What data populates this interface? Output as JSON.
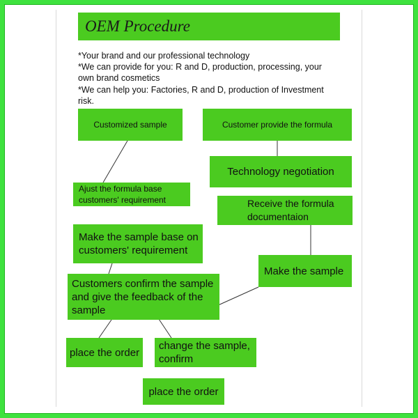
{
  "title": "OEM Procedure",
  "intro": [
    "*Your brand and our professional technology",
    "*We can provide for you: R and D, production, processing, your own brand cosmetics",
    "*We can help you: Factories, R and D, production of Investment risk."
  ],
  "steps": {
    "customized_sample": "Customized sample",
    "customer_formula": "Customer provide the formula",
    "technology_negotiation": "Technology negotiation",
    "adjust_formula": "Ajust the formula base customers' requirement",
    "receive_formula": "Receive the formula documentaion",
    "make_sample_requirement": "Make the sample base on customers' requirement",
    "make_sample": "Make the sample",
    "confirm_feedback": "Customers confirm the sample and give the feedback of the sample",
    "place_order_left": "place the order",
    "change_sample": "change the sample, confirm",
    "place_order_bottom": "place the order"
  },
  "colors": {
    "border": "#3ee23e",
    "box_fill": "#4bcb20",
    "connector": "#333333"
  }
}
